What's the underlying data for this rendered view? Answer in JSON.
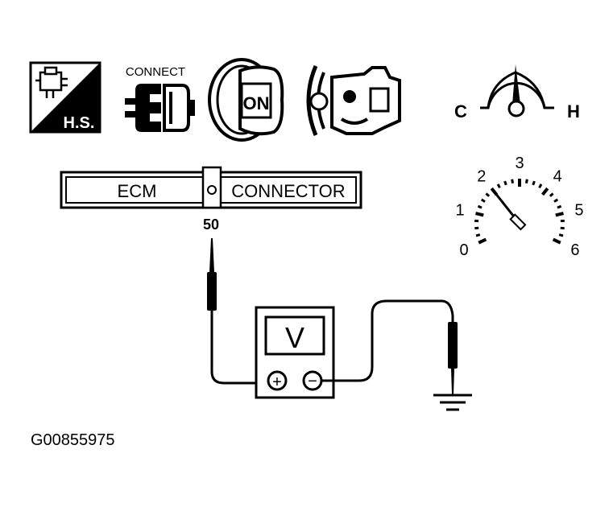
{
  "icons": {
    "hs_label": "H.S.",
    "connect_label": "CONNECT",
    "key_label": "ON"
  },
  "temp_gauge": {
    "cold_label": "C",
    "hot_label": "H"
  },
  "tachometer": {
    "scale": [
      "0",
      "1",
      "2",
      "3",
      "4",
      "5",
      "6"
    ],
    "needle_value": 2
  },
  "connector": {
    "left_label": "ECM",
    "right_label": "CONNECTOR",
    "terminal": "50"
  },
  "voltmeter": {
    "display": "V",
    "positive_symbol": "+",
    "negative_symbol": "−"
  },
  "figure_id": "G00855975"
}
